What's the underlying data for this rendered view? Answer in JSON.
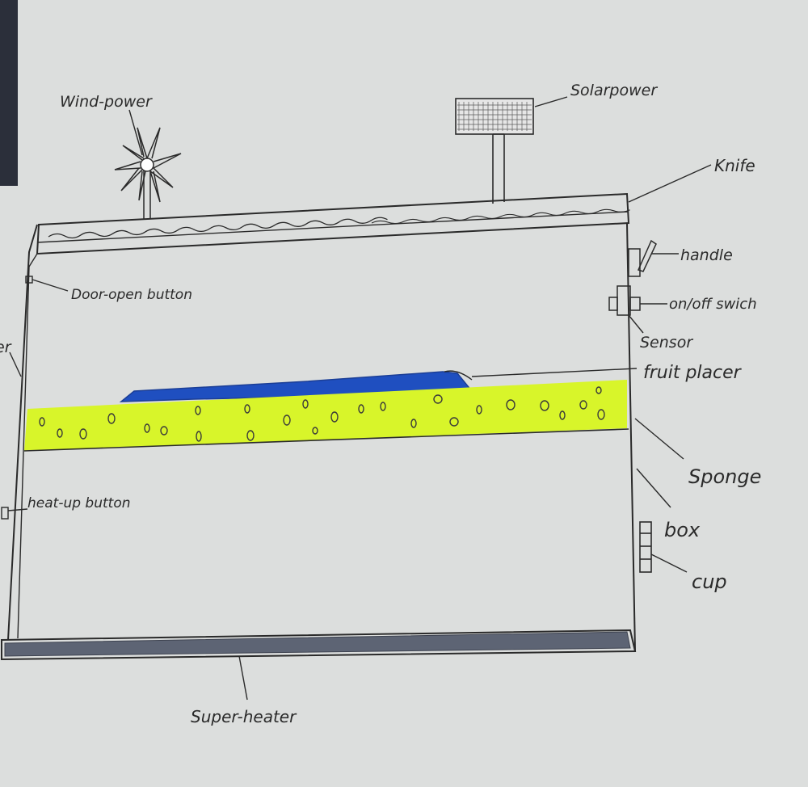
{
  "colors": {
    "paper": "#dcdedd",
    "ink": "#2a2a2a",
    "sponge": "#d8f52a",
    "fruit_placer": "#1f4fc0",
    "super_heater": "#5d6474",
    "binding_edge": "#2b2f3a"
  },
  "labels": {
    "wind_power": "Wind-power",
    "solar_power": "Solarpower",
    "knife": "Knife",
    "handle": "handle",
    "on_off_switch": "on/off swich",
    "sensor": "Sensor",
    "fruit_placer": "fruit placer",
    "sponge": "Sponge",
    "box": "box",
    "cup": "cup",
    "door_open_button": "Door-open button",
    "heat_up_button": "heat-up button",
    "super_heater": "Super-heater",
    "cut_off_left_label": "er"
  }
}
